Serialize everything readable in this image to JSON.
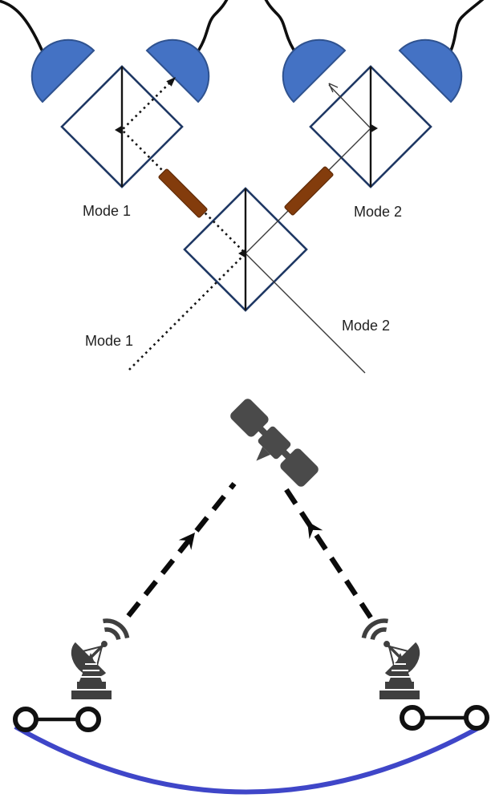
{
  "diagram": {
    "labels": {
      "mode1_arm": "Mode 1",
      "mode2_arm": "Mode 2",
      "mode1_input": "Mode 1",
      "mode2_input": "Mode 2"
    },
    "colors": {
      "detector_fill": "#4472C4",
      "detector_stroke": "#2F528F",
      "splitter_stroke": "#1F3864",
      "splitter_line": "#141414",
      "beam_black": "#141414",
      "filter_fill": "#833C0C",
      "filter_stroke": "#5F2B08",
      "satellite_gray": "#4A4A4A",
      "station_gray": "#3F3F3F",
      "link_black": "#0B0B0B",
      "pair_black": "#111111",
      "entanglement_blue": "#3F46C8"
    },
    "icons": {
      "photon_detector": "half-disc",
      "beam_splitter": "diamond-with-vertical-line",
      "filter": "rotated-bar",
      "satellite": "satellite-glyph",
      "ground_station": "dish-antenna-glyph",
      "signal_waves": "double-arc",
      "uplink": "dashed-arrow",
      "entangled_pair": "two-linked-circles",
      "entanglement_link": "blue-arc"
    }
  }
}
